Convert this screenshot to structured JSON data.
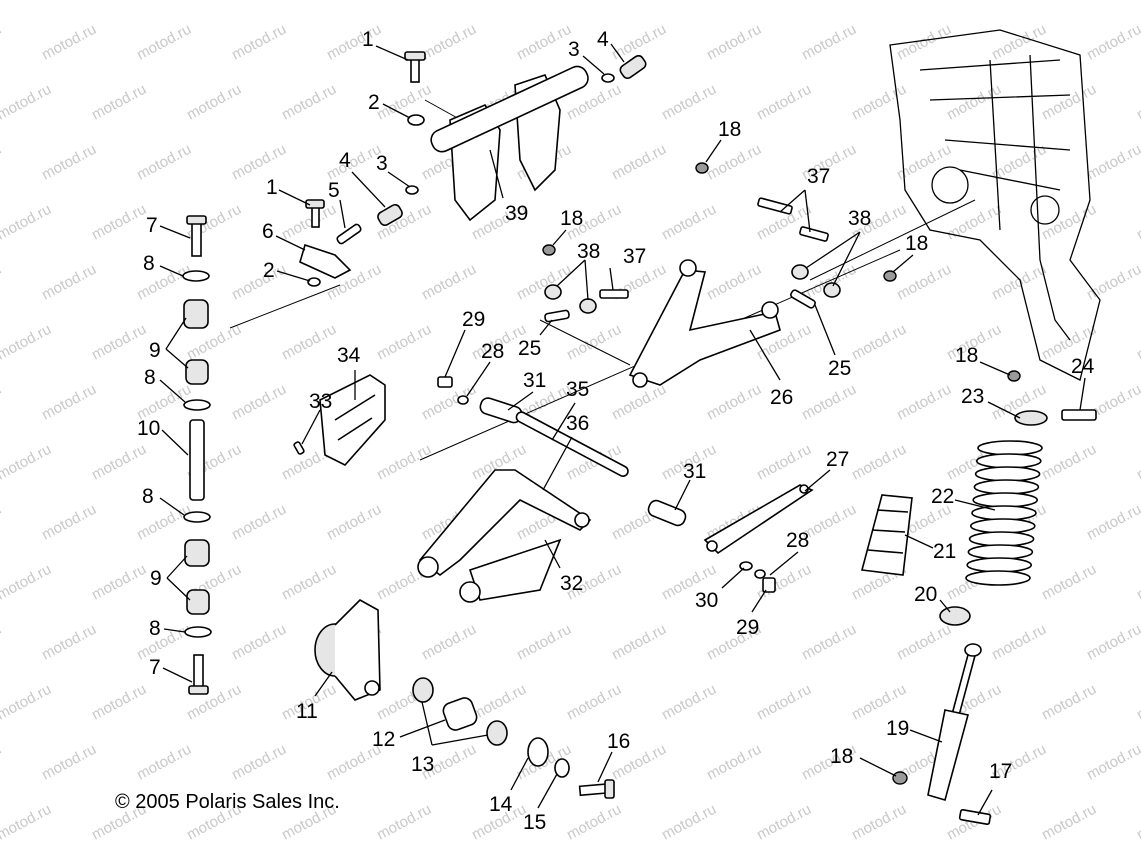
{
  "copyright": "© 2005 Polaris Sales Inc.",
  "watermark": "motod.ru",
  "callouts": {
    "c1a": "1",
    "c1b": "1",
    "c2a": "2",
    "c2b": "2",
    "c3a": "3",
    "c3b": "3",
    "c4a": "4",
    "c4b": "4",
    "c5": "5",
    "c6": "6",
    "c7a": "7",
    "c7b": "7",
    "c8a": "8",
    "c8b": "8",
    "c8c": "8",
    "c8d": "8",
    "c9a": "9",
    "c9b": "9",
    "c10": "10",
    "c11": "11",
    "c12": "12",
    "c13": "13",
    "c14": "14",
    "c15": "15",
    "c16": "16",
    "c17": "17",
    "c18a": "18",
    "c18b": "18",
    "c18c": "18",
    "c18d": "18",
    "c18e": "18",
    "c19": "19",
    "c20": "20",
    "c21": "21",
    "c22": "22",
    "c23": "23",
    "c24": "24",
    "c25a": "25",
    "c25b": "25",
    "c26": "26",
    "c27": "27",
    "c28a": "28",
    "c28b": "28",
    "c29a": "29",
    "c29b": "29",
    "c30": "30",
    "c31a": "31",
    "c31b": "31",
    "c32": "32",
    "c33": "33",
    "c34": "34",
    "c35": "35",
    "c36": "36",
    "c37a": "37",
    "c37b": "37",
    "c38a": "38",
    "c38b": "38",
    "c39": "39"
  }
}
